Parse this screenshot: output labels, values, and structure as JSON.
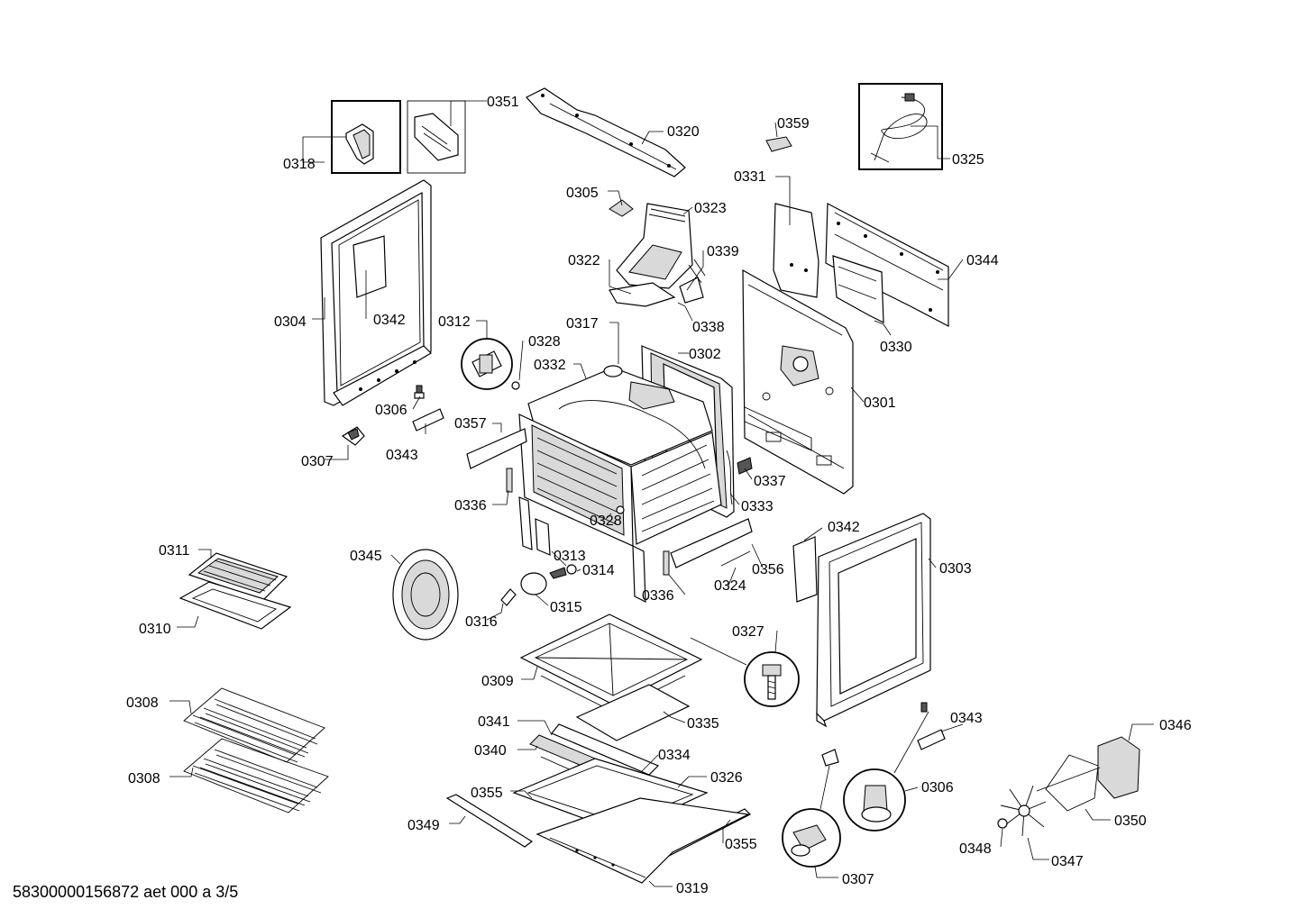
{
  "document_code": "58300000156872 aet 000 a 3/5",
  "part_labels": [
    "0318",
    "0351",
    "0320",
    "0359",
    "0325",
    "0331",
    "0305",
    "0323",
    "0304",
    "0342",
    "0322",
    "0339",
    "0344",
    "0312",
    "0328",
    "0317",
    "0338",
    "0330",
    "0332",
    "0302",
    "0301",
    "0306",
    "0343",
    "0357",
    "0307",
    "0337",
    "0336",
    "0333",
    "0328",
    "0342",
    "0311",
    "0345",
    "0313",
    "0314",
    "0356",
    "0303",
    "0336",
    "0324",
    "0310",
    "0316",
    "0315",
    "0327",
    "0309",
    "0308",
    "0335",
    "0341",
    "0343",
    "0346",
    "0340",
    "0334",
    "0326",
    "0308",
    "0306",
    "0355",
    "0350",
    "0349",
    "0355",
    "0348",
    "0347",
    "0307",
    "0319"
  ]
}
